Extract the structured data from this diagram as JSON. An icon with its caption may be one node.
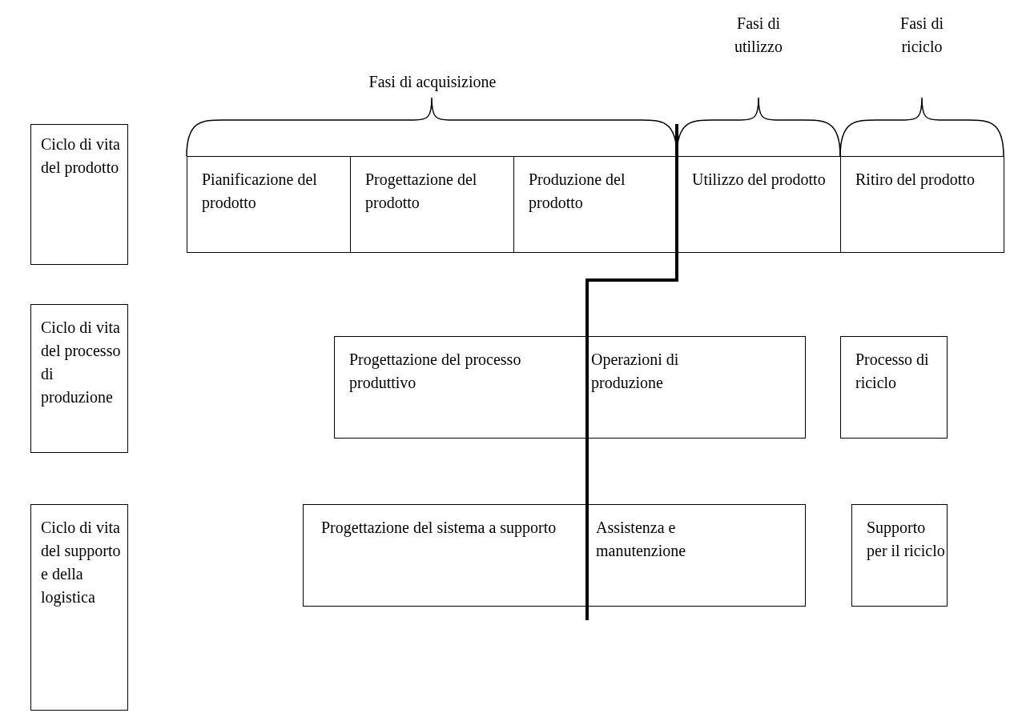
{
  "diagram": {
    "nodes": [
      {
        "text": [
          "Ciclo di vita del prodotto"
        ]
      },
      {
        "text": [
          "Ciclo di vita del processo di produzione"
        ]
      },
      {
        "text": [
          "Ciclo di vita del supporto e della logistica"
        ]
      },
      {
        "text": [
          "Pianificazione del prodotto"
        ]
      },
      {
        "text": [
          "Progettazione del prodotto"
        ]
      },
      {
        "text": [
          "Produzione del prodotto"
        ]
      },
      {
        "text": [
          "Utilizzo del prodotto"
        ]
      },
      {
        "text": [
          "Ritiro del prodotto"
        ]
      },
      {
        "text": [
          "Progettazione del processo produttivo"
        ]
      },
      {
        "text": [
          "Operazioni di produzione"
        ]
      },
      {
        "text": [
          "Processo di riciclo"
        ]
      },
      {
        "text": [
          "Progettazione del sistema a supporto"
        ]
      },
      {
        "text": [
          "Assistenza e manutenzione"
        ]
      },
      {
        "text": [
          "Supporto per il riciclo"
        ]
      }
    ],
    "labels": [
      "Fasi di utilizzo",
      "Fasi di riciclo",
      "Fasi di acquisizione"
    ]
  }
}
